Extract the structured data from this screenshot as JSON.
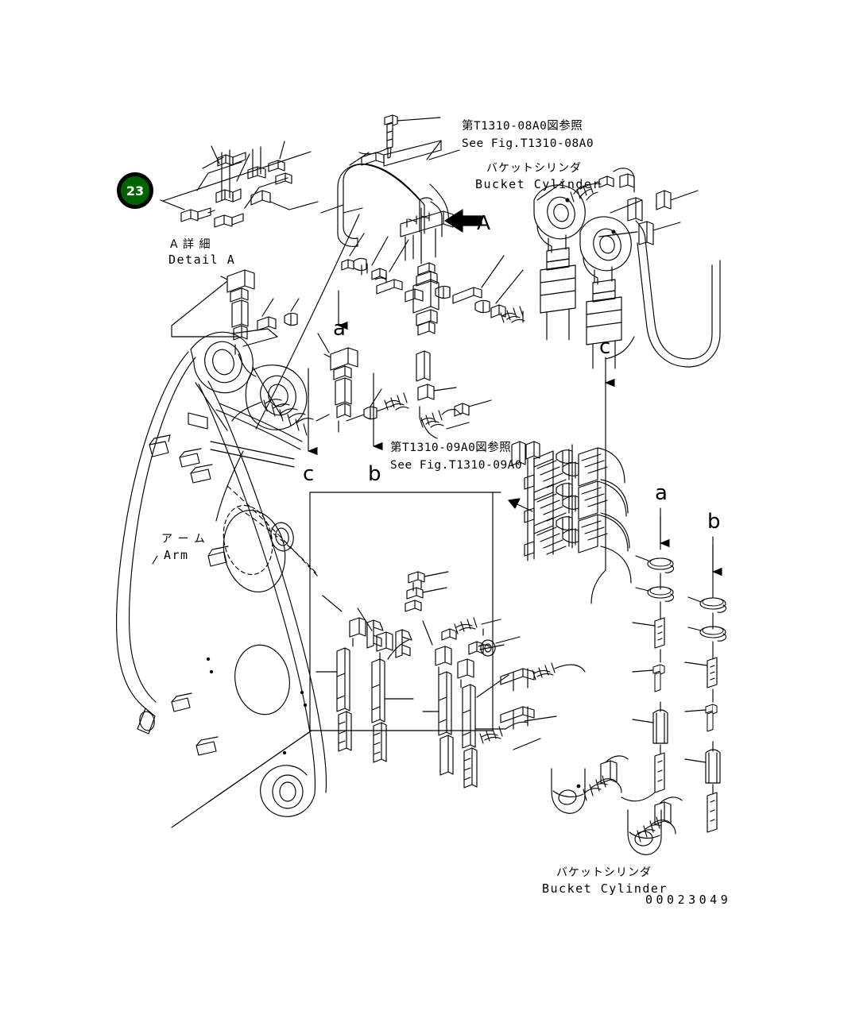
{
  "drawing": {
    "number": "00023049",
    "background_color": "#ffffff",
    "line_color": "#000000"
  },
  "callout": {
    "number": "23",
    "fill_color": "#006400",
    "ring_color": "#000000",
    "text_color": "#ffffff"
  },
  "labels": {
    "detail_a": {
      "jp": "A 詳 細",
      "en": "Detail A"
    },
    "arm": {
      "jp": "ア ー ム",
      "en": "Arm"
    },
    "ref_08a0": {
      "jp": "第T1310-08A0図参照",
      "en": "See Fig.T1310-08A0"
    },
    "ref_09a0": {
      "jp": "第T1310-09A0図参照",
      "en": "See Fig.T1310-09A0"
    },
    "bucket_cylinder_top": {
      "jp": "バケットシリンダ",
      "en": "Bucket Cylinder"
    },
    "bucket_cylinder_bottom": {
      "jp": "バケットシリンダ",
      "en": "Bucket Cylinder"
    }
  },
  "section_markers": {
    "view_arrow_a": "A",
    "letters": [
      {
        "id": "a-left",
        "text": "a"
      },
      {
        "id": "b-left",
        "text": "b"
      },
      {
        "id": "c-left",
        "text": "c"
      },
      {
        "id": "c-right",
        "text": "c"
      },
      {
        "id": "a-right",
        "text": "a"
      },
      {
        "id": "b-right",
        "text": "b"
      }
    ]
  }
}
